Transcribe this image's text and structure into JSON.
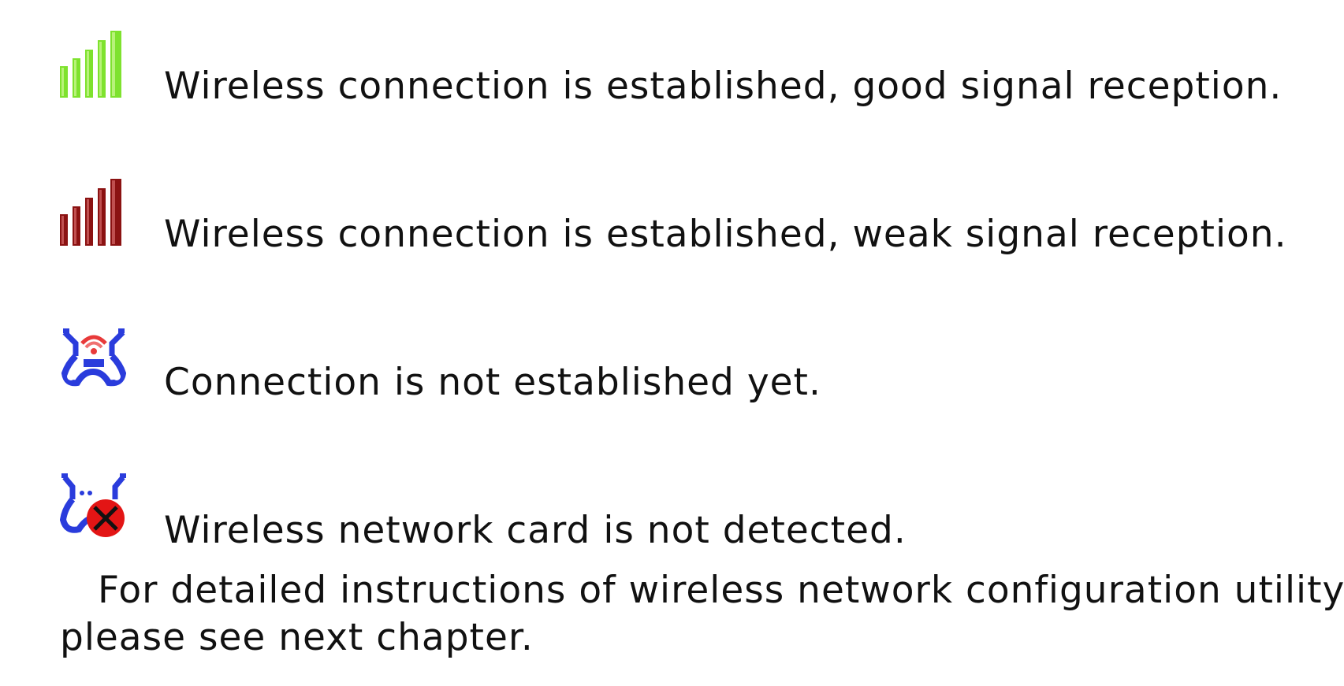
{
  "legend": [
    {
      "icon": "signal-good-icon",
      "color": "#7ee22e",
      "text": "Wireless connection is established, good signal reception."
    },
    {
      "icon": "signal-weak-icon",
      "color": "#8b1212",
      "text": "Wireless connection is established, weak signal reception."
    },
    {
      "icon": "not-connected-icon",
      "color": "#2a3cdc",
      "text": "Connection is not established yet."
    },
    {
      "icon": "card-not-detected-icon",
      "color": "#e31515",
      "text": "Wireless network card is not detected."
    }
  ],
  "footer": {
    "line1": "For detailed instructions of wireless network configuration utility,",
    "line2": "please see next chapter."
  }
}
